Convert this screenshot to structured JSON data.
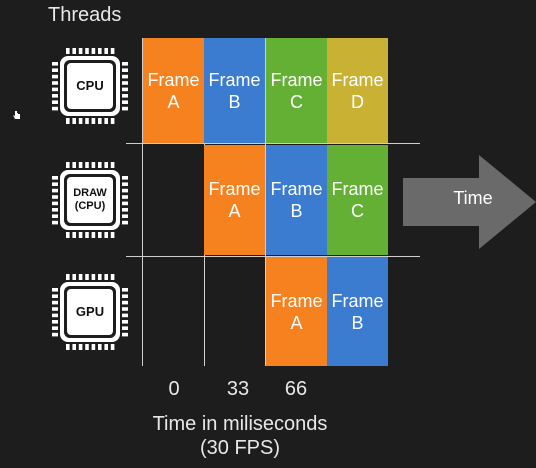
{
  "title": "Threads",
  "units": [
    {
      "label": "CPU"
    },
    {
      "label": "DRAW\n(CPU)"
    },
    {
      "label": "GPU"
    }
  ],
  "cells": [
    [
      "Frame\nA",
      "Frame\nB",
      "Frame\nC",
      "Frame\nD"
    ],
    [
      "Frame\nA",
      "Frame\nB",
      "Frame\nC"
    ],
    [
      "Frame\nA",
      "Frame\nB"
    ]
  ],
  "colors": {
    "frame_a": "#f5821f",
    "frame_b": "#3b7bd0",
    "frame_c": "#64b034",
    "frame_d": "#c9b233"
  },
  "ticks": [
    "0",
    "33",
    "66"
  ],
  "axis_label": "Time in miliseconds\n(30 FPS)",
  "arrow_label": "Time"
}
